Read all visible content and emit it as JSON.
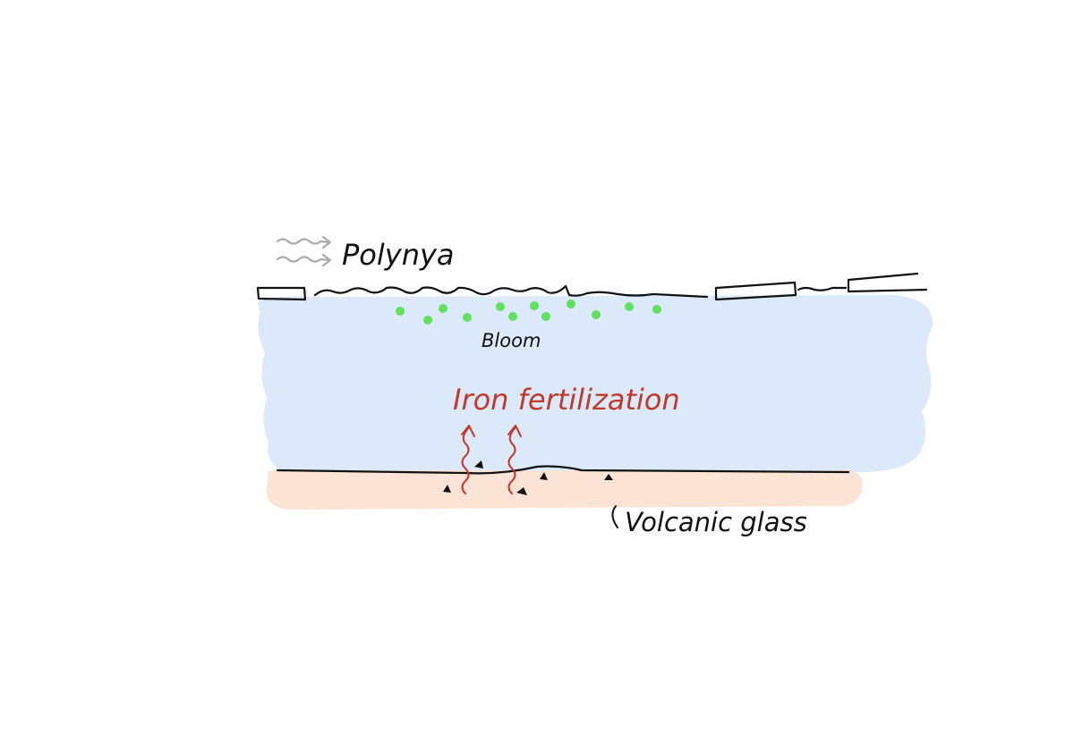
{
  "labels": {
    "polynya": "Polynya",
    "bloom": "Bloom",
    "iron_fertilization": "Iron fertilization",
    "volcanic_glass": "Volcanic glass"
  },
  "colors": {
    "water": "#dbe9fb",
    "sediment": "#fbe4d5",
    "bloom_dots": "#5fe05f",
    "iron_text": "#c0392b",
    "ink": "#111111",
    "wind": "#aaaaaa"
  }
}
